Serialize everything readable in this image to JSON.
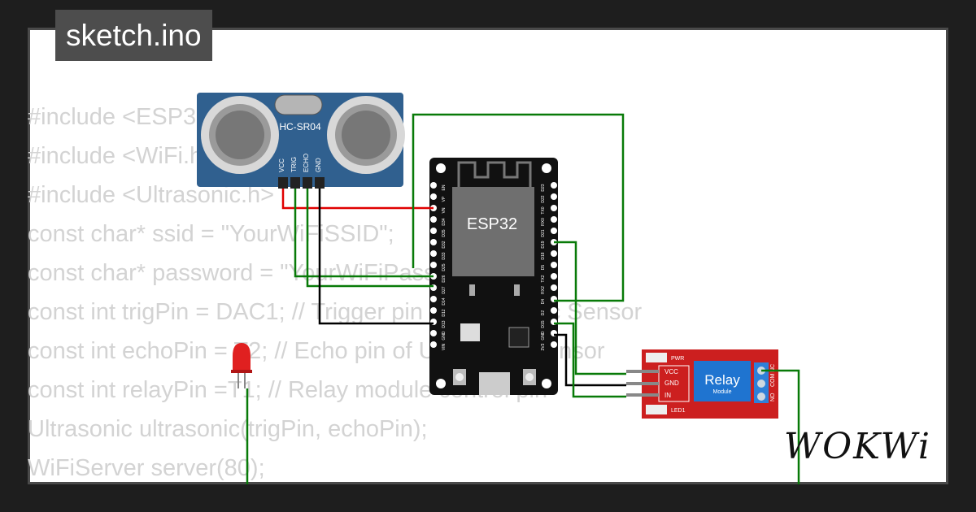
{
  "project": {
    "file_name": "sketch.ino"
  },
  "code": {
    "lines": [
      "#include <ESP32Servo.h>",
      "#include <WiFi.h>",
      "#include <Ultrasonic.h>",
      "const char* ssid = \"YourWiFiSSID\";",
      "const char* password = \"YourWiFiPassword\";",
      "const int trigPin = DAC1; // Trigger pin of Ultrasonic Sensor",
      "const int echoPin = T2; // Echo pin of Ultrasonic Sensor",
      "const int relayPin =T1; // Relay module control pin",
      "Ultrasonic ultrasonic(trigPin, echoPin);",
      "WiFiServer server(80);"
    ]
  },
  "components": {
    "sensor": {
      "name": "HC-SR04",
      "pins": [
        "VCC",
        "TRIG",
        "ECHO",
        "GND"
      ]
    },
    "board": {
      "name": "ESP32",
      "left_pins": [
        "EN",
        "VP",
        "VN",
        "D34",
        "D35",
        "D32",
        "D33",
        "D25",
        "D26",
        "D27",
        "D14",
        "D12",
        "D13",
        "GND",
        "VIN"
      ],
      "right_pins": [
        "D23",
        "D22",
        "TX0",
        "RX0",
        "D21",
        "D19",
        "D18",
        "D5",
        "TX2",
        "RX2",
        "D4",
        "D2",
        "D15",
        "GND",
        "3V3"
      ]
    },
    "relay": {
      "title": "Relay",
      "subtitle": "Module",
      "left_labels": [
        "VCC",
        "GND",
        "IN"
      ],
      "right_labels": [
        "NO",
        "COM",
        "NC"
      ],
      "pwr_label": "PWR",
      "led_label": "LED1"
    },
    "led": {
      "color": "#e02020"
    }
  },
  "brand": {
    "name": "WOKWi"
  },
  "colors": {
    "board": "#111111",
    "sensor": "#2f5f8f",
    "relay": "#cc1f1f",
    "wire_red": "#e00000",
    "wire_green": "#087a08",
    "wire_black": "#000000"
  }
}
